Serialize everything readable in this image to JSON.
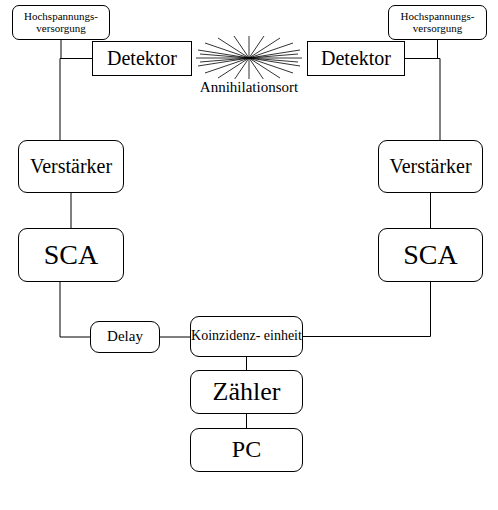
{
  "diagram": {
    "nodes": [
      {
        "text": [
          "Hochspannungs- versorgung"
        ]
      },
      {
        "text": [
          "Hochspannungs- versorgung"
        ]
      },
      {
        "text": [
          "Detektor"
        ]
      },
      {
        "text": [
          "Detektor"
        ]
      },
      {
        "text": [
          "Verstärker"
        ]
      },
      {
        "text": [
          "Verstärker"
        ]
      },
      {
        "text": [
          "SCA"
        ]
      },
      {
        "text": [
          "SCA"
        ]
      },
      {
        "text": [
          "Delay"
        ]
      },
      {
        "text": [
          "Koinzidenz- einheit"
        ]
      },
      {
        "text": [
          "Zähler"
        ]
      },
      {
        "text": [
          "PC"
        ]
      }
    ],
    "edges": [
      {
        "from": 0,
        "to": 2,
        "arrow": "none"
      },
      {
        "from": 1,
        "to": 3,
        "arrow": "none"
      },
      {
        "from": 2,
        "to": 4,
        "arrow": "none"
      },
      {
        "from": 3,
        "to": 5,
        "arrow": "none"
      },
      {
        "from": 4,
        "to": 6,
        "arrow": "none"
      },
      {
        "from": 5,
        "to": 7,
        "arrow": "none"
      },
      {
        "from": 6,
        "to": 8,
        "arrow": "none"
      },
      {
        "from": 8,
        "to": 9,
        "arrow": "none"
      },
      {
        "from": 7,
        "to": 9,
        "arrow": "none"
      },
      {
        "from": 9,
        "to": 10,
        "arrow": "none"
      },
      {
        "from": 10,
        "to": 11,
        "arrow": "none"
      }
    ],
    "labels": [
      "Annihilationsort"
    ]
  }
}
